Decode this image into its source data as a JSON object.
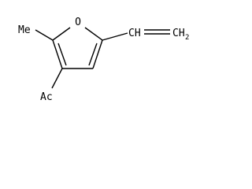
{
  "structure": {
    "atoms": {
      "oxygen": "O",
      "methyl": "Me",
      "acetyl": "Ac",
      "vinyl_ch": "CH",
      "vinyl_ch2": "CH",
      "vinyl_ch2_subscript": "2"
    },
    "colors": {
      "bond": "#000000",
      "text": "#000000",
      "background": "#ffffff"
    }
  }
}
